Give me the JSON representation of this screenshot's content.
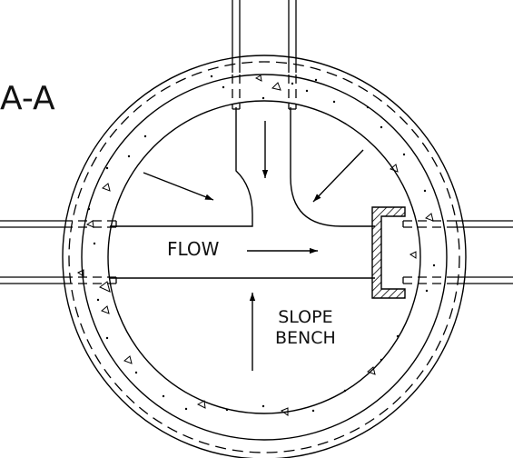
{
  "section_label": "A-A",
  "flow_label": "FLOW",
  "slope_line_1": "SLOPE",
  "slope_line_2": "BENCH",
  "colors": {
    "stroke": "#000000",
    "background": "#ffffff"
  },
  "icons": [
    "flow-arrow",
    "inflow-arrow",
    "hatched-plug"
  ]
}
